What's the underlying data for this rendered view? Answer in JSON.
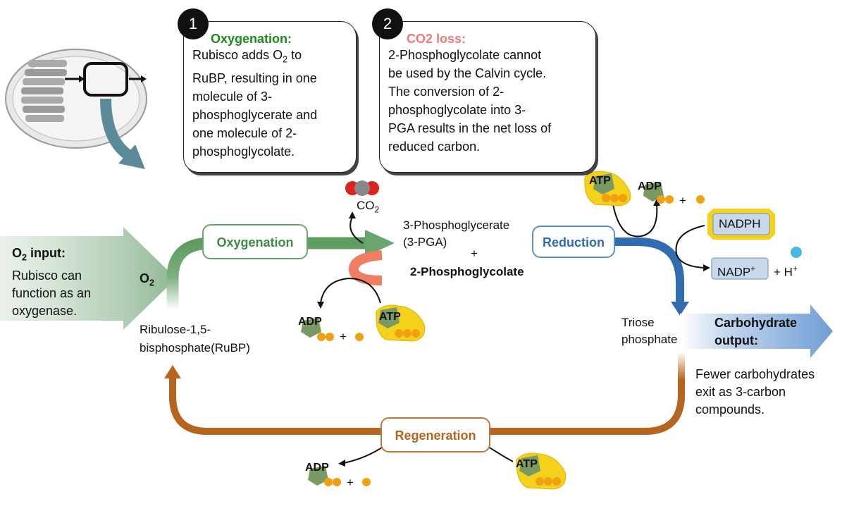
{
  "callouts": [
    {
      "number": "1",
      "title": "Oxygenation:",
      "title_color": "#1e8a1e",
      "line1_pre": "Rubisco adds O",
      "line1_sub": "2",
      "line1_post": " to",
      "lines": [
        "RuBP, resulting in one",
        "molecule of     3-",
        "phosphoglycerate and",
        "one molecule of 2-",
        "phosphoglycolate."
      ]
    },
    {
      "number": "2",
      "title": "CO2 loss:",
      "title_color": "#f07a7a",
      "lines": [
        "2-Phosphoglycolate cannot",
        "be used by the Calvin cycle.",
        "The conversion of   2-",
        "phosphoglycolate into   3-",
        "PGA results in the net loss of",
        "reduced carbon."
      ]
    }
  ],
  "input": {
    "title_pre": "O",
    "title_sub": "2",
    "title_post": " input:",
    "lines": [
      "Rubisco can",
      "function as an",
      "oxygenase."
    ],
    "arrow_label_pre": "O",
    "arrow_label_sub": "2"
  },
  "stages": {
    "oxygenation": "Oxygenation",
    "reduction": "Reduction",
    "regeneration": "Regeneration"
  },
  "molecules": {
    "co2_pre": "CO",
    "co2_sub": "2",
    "pga_line1": "3-Phosphoglycerate",
    "pga_line2": "(3-PGA)",
    "plus": "+",
    "phosphoglycolate": "2-Phosphoglycolate",
    "rubp_line1": "Ribulose-1,5-",
    "rubp_line2": "bisphosphate(RuBP)",
    "triose_line1": "Triose",
    "triose_line2": "phosphate",
    "nadph": "NADPH",
    "nadp_pre": "NADP",
    "nadp_sup": "+",
    "h_pre": "+ H",
    "h_sup": "+",
    "atp": "ATP",
    "adp": "ADP"
  },
  "output": {
    "title_line1": "Carbohydrate",
    "title_line2": "output:",
    "lines": [
      "Fewer carbohydrates",
      "exit as 3-carbon",
      "compounds."
    ]
  },
  "colors": {
    "oxygenation": "#5e9c62",
    "reduction": "#2f6db0",
    "regeneration": "#b5651d",
    "input_arrow": "#9bbf9f",
    "output_arrow": "#7aa3d4",
    "co2_loss": "#f07e63",
    "atp_yellow": "#f4d21c",
    "phosphate": "#f0a010"
  },
  "icons": [
    "chloroplast-icon",
    "co2-molecule-icon",
    "o-ion-icon"
  ]
}
